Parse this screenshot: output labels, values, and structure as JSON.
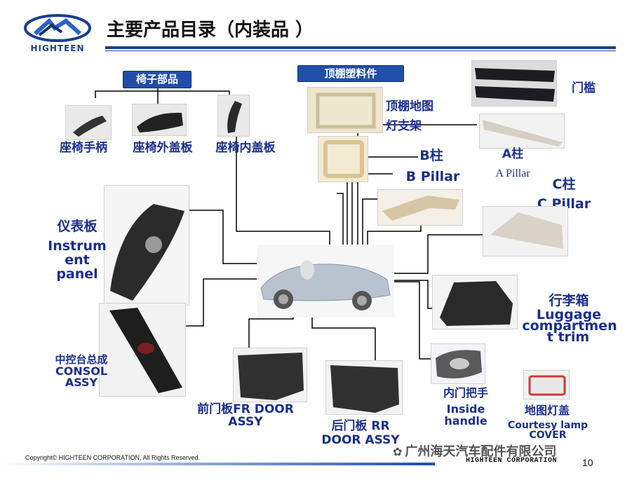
{
  "header": {
    "logo_text": "HIGHTEEN",
    "title": "主要产品目录（内装品 ）"
  },
  "groups": {
    "seat_parts": "椅子部品",
    "headliner_parts": "顶棚塑料件"
  },
  "products": {
    "seat_handle": "座椅手柄",
    "seat_outer_cover": "座椅外盖板",
    "seat_inner_cover": "座椅内盖板",
    "headliner_lamp_cn_1": "顶棚地图",
    "headliner_lamp_cn_2": "灯支架",
    "door_sill": "门槛",
    "b_pillar_cn": "B柱",
    "b_pillar_en": "B Pillar",
    "a_pillar_cn": "A柱",
    "a_pillar_en": "A Pillar",
    "c_pillar_cn": "C柱",
    "c_pillar_en": "C Pillar",
    "instrument_1": "仪表板",
    "instrument_2": "Instrum",
    "instrument_3": "ent",
    "instrument_4": "panel",
    "luggage_1": "行李箱",
    "luggage_2": "Luggage",
    "luggage_3": "compartmen",
    "luggage_4": "t trim",
    "console_1": "中控台总成",
    "console_2": "CONSOL",
    "console_3": "ASSY",
    "front_door_1": "前门板FR DOOR",
    "front_door_2": "ASSY",
    "rear_door_1": "后门板 RR",
    "rear_door_2": "DOOR ASSY",
    "inside_handle_1": "内门把手",
    "inside_handle_2": "Inside",
    "inside_handle_3": "handle",
    "courtesy_1": "地图灯盖",
    "courtesy_2": "Courtesy lamp",
    "courtesy_3": "COVER"
  },
  "footer": {
    "copyright": "Copyright© HIGHTEEN CORPORATION, All Rights Reserved.",
    "brand": "HIGHTEEN  CORPORATION",
    "page": "10",
    "watermark": "广州海天汽车配件有限公司"
  },
  "colors": {
    "brand_blue": "#1a3f8e",
    "label_blue": "#1a2f8b",
    "tag_blue": "#1f4fa9"
  }
}
